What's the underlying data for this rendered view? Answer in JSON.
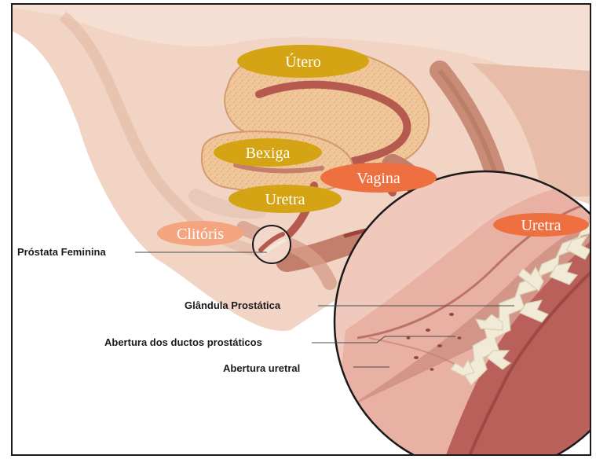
{
  "colors": {
    "page_bg": "#ffffff",
    "frame_border": "#1a1a1a",
    "skin": "#f1d4c4",
    "skin_shadow": "#e3b7a3",
    "tissue": "#dba58f",
    "tissue_dark": "#c47e6c",
    "organ_fill": "#f0c79a",
    "organ_texture": "#e8b37a",
    "canal": "#b65a50",
    "canal_dark": "#9b443c",
    "pill_gold": "#d4a414",
    "pill_orange": "#ee7040",
    "pill_peach": "#f4a57f",
    "zoom_bg": "#efc0b4",
    "zoom_tube": "#cf9082",
    "zoom_lumen": "#b9605a",
    "gland": "#f1ead6",
    "gland_edge": "#d8cfb6"
  },
  "labels": {
    "utero": "Útero",
    "bexiga": "Bexiga",
    "vagina": "Vagina",
    "uretra": "Uretra",
    "clitoris": "Clitóris",
    "uretra_zoom": "Uretra"
  },
  "callouts": {
    "prostata_feminina": "Próstata Feminina",
    "glandula_prostatica": "Glândula Prostática",
    "abertura_ductos": "Abertura dos ductos prostáticos",
    "abertura_uretral": "Abertura uretral"
  }
}
